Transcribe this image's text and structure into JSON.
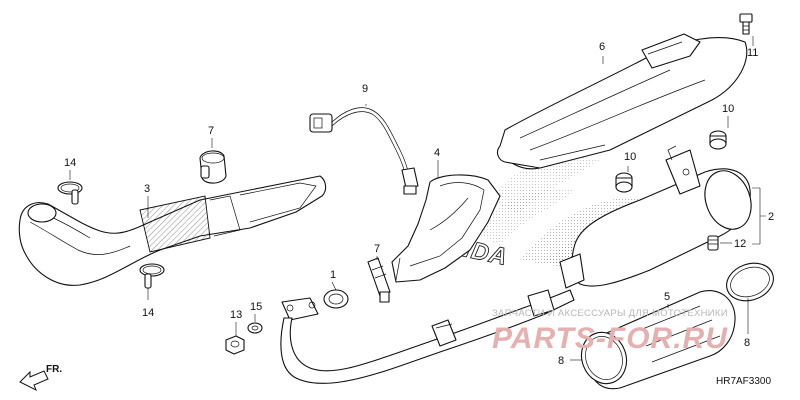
{
  "diagram": {
    "code": "HR7AF3300",
    "direction_label": "FR.",
    "brand_mark": "HONDA",
    "watermark": {
      "line": "ЗАПЧАСТИ И АКСЕССУАРЫ ДЛЯ МОТОТЕХНИКИ",
      "site": "PARTS-FOR.RU"
    },
    "callouts": [
      "1",
      "2",
      "3",
      "4",
      "5",
      "6",
      "7",
      "7",
      "8",
      "8",
      "9",
      "10",
      "10",
      "11",
      "12",
      "13",
      "14",
      "14",
      "15"
    ]
  }
}
